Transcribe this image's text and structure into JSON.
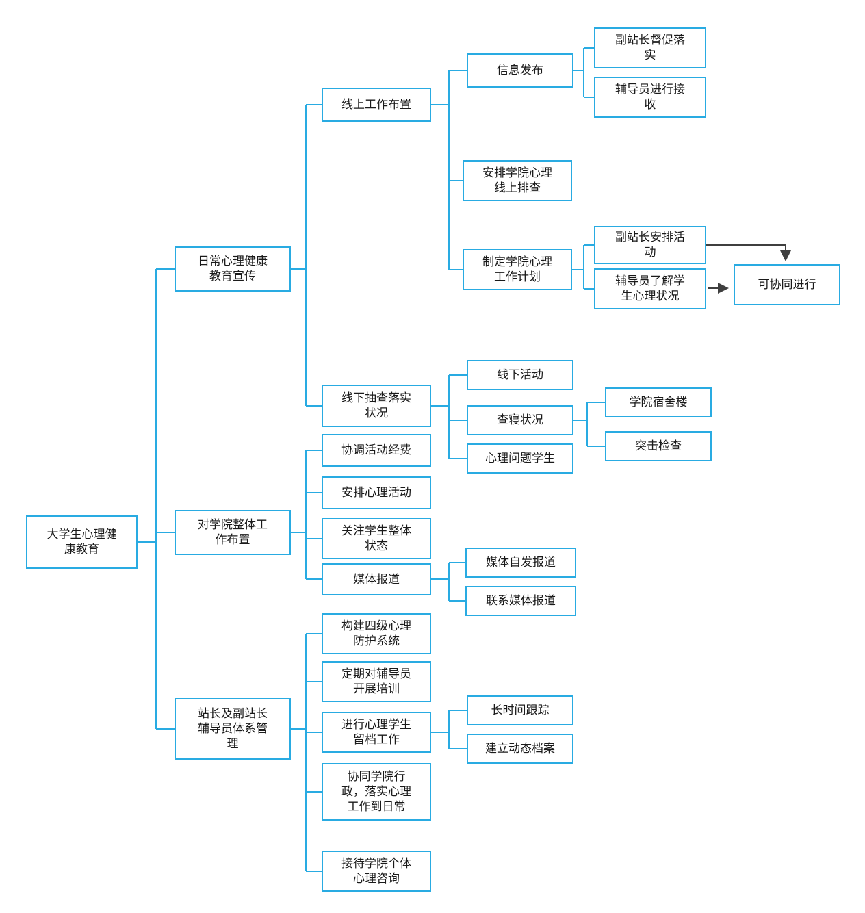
{
  "style": {
    "node_border_color": "#29abe2",
    "connector_color": "#29abe2",
    "arrow_color": "#3f3f3f",
    "node_fill_color": "#ffffff",
    "text_color": "#1a1a1a",
    "background_color": "#ffffff"
  },
  "tree": {
    "label": "大学生心理健康教育",
    "children": [
      {
        "label": "日常心理健康教育宣传",
        "children": [
          {
            "label": "线上工作布置",
            "children": [
              {
                "label": "信息发布",
                "children": [
                  {
                    "label": "副站长督促落实"
                  },
                  {
                    "label": "辅导员进行接收"
                  }
                ]
              },
              {
                "label": "安排学院心理线上排查"
              },
              {
                "label": "制定学院心理工作计划",
                "children": [
                  {
                    "label": "副站长安排活动"
                  },
                  {
                    "label": "辅导员了解学生心理状况"
                  }
                ]
              }
            ]
          },
          {
            "label": "线下抽查落实状况",
            "children": [
              {
                "label": "线下活动"
              },
              {
                "label": "查寝状况",
                "children": [
                  {
                    "label": "学院宿舍楼"
                  },
                  {
                    "label": "突击检查"
                  }
                ]
              },
              {
                "label": "心理问题学生"
              }
            ]
          }
        ]
      },
      {
        "label": "对学院整体工作布置",
        "children": [
          {
            "label": "协调活动经费"
          },
          {
            "label": "安排心理活动"
          },
          {
            "label": "关注学生整体状态"
          },
          {
            "label": "媒体报道",
            "children": [
              {
                "label": "媒体自发报道"
              },
              {
                "label": "联系媒体报道"
              }
            ]
          }
        ]
      },
      {
        "label": "站长及副站长辅导员体系管理",
        "children": [
          {
            "label": "构建四级心理防护系统"
          },
          {
            "label": "定期对辅导员开展培训"
          },
          {
            "label": "进行心理学生留档工作",
            "children": [
              {
                "label": "长时间跟踪"
              },
              {
                "label": "建立动态档案"
              }
            ]
          },
          {
            "label": "协同学院行政，落实心理工作到日常"
          },
          {
            "label": "接待学院个体心理咨询"
          }
        ]
      }
    ]
  },
  "annotation": {
    "label": "可协同进行",
    "linked_from": [
      "副站长安排活动",
      "辅导员了解学生心理状况"
    ]
  }
}
